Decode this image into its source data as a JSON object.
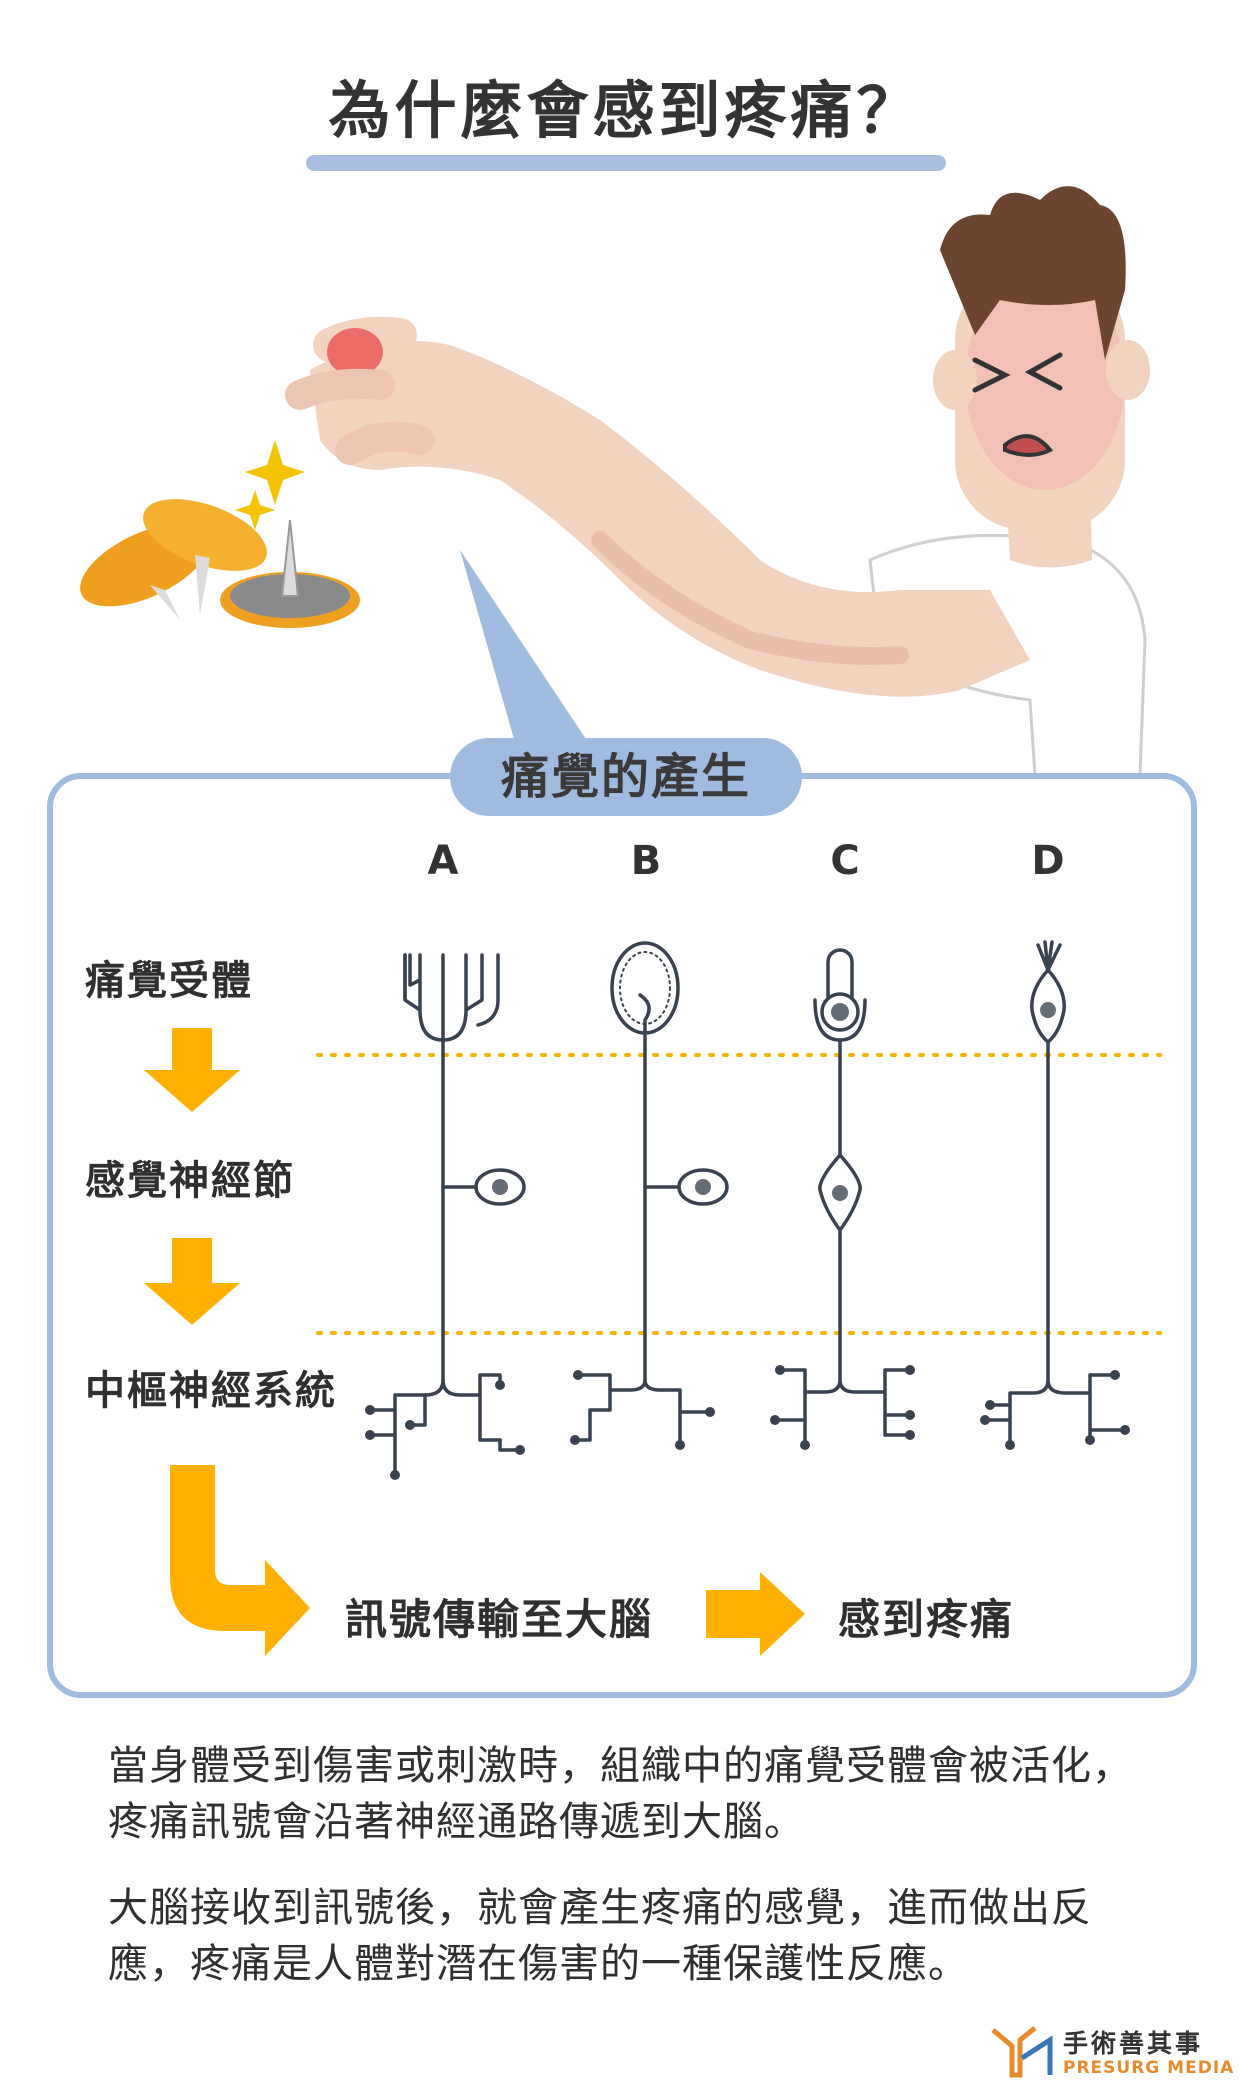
{
  "title": "為什麼會感到疼痛？",
  "panel": {
    "heading": "痛覺的產生",
    "columns": [
      "A",
      "B",
      "C",
      "D"
    ],
    "stages": [
      "痛覺受體",
      "感覺神經節",
      "中樞神經系統"
    ],
    "flow": [
      "訊號傳輸至大腦",
      "感到疼痛"
    ]
  },
  "paragraphs": [
    "當身體受到傷害或刺激時，組織中的痛覺受體會被活化，疼痛訊號會沿著神經通路傳遞到大腦。",
    "大腦接收到訊號後，就會產生疼痛的感覺，進而做出反應，疼痛是人體對潛在傷害的一種保護性反應。"
  ],
  "logo": {
    "name_cn": "手術善其事",
    "name_en": "PRESURG MEDIA"
  },
  "colors": {
    "accent_blue": "#a0bbe0",
    "arrow_orange": "#ffb000",
    "pushpin_orange": "#f0a020",
    "hair_brown": "#6b4530",
    "skin": "#f2d3c0",
    "dotted_line": "#f5b400"
  }
}
